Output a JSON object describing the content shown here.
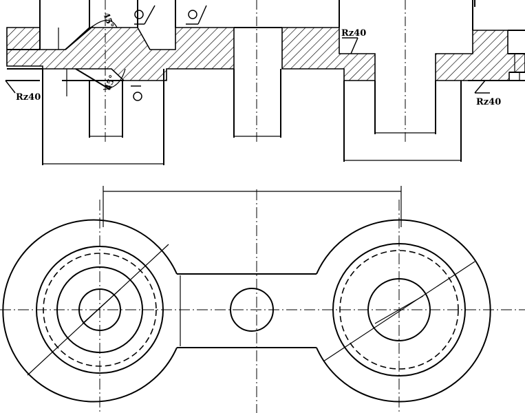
{
  "drawing": {
    "roughness_labels": [
      "Rz40",
      "Rz40",
      "Rz40"
    ],
    "angle_labels": [
      "45°",
      "45°"
    ]
  }
}
